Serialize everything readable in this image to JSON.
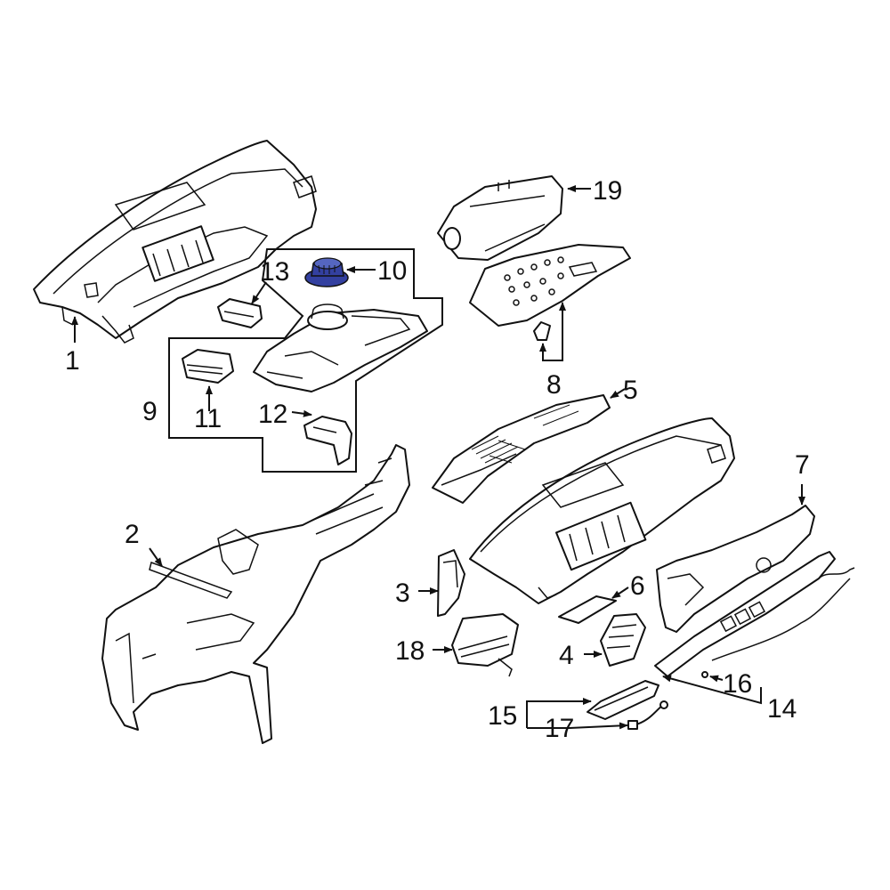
{
  "diagram": {
    "highlight_color": "#3340a0",
    "labels": {
      "c1": "1",
      "c2": "2",
      "c3": "3",
      "c4": "4",
      "c5": "5",
      "c6": "6",
      "c7": "7",
      "c8": "8",
      "c9": "9",
      "c10": "10",
      "c11": "11",
      "c12": "12",
      "c13": "13",
      "c14": "14",
      "c15": "15",
      "c16": "16",
      "c17": "17",
      "c18": "18",
      "c19": "19"
    }
  }
}
